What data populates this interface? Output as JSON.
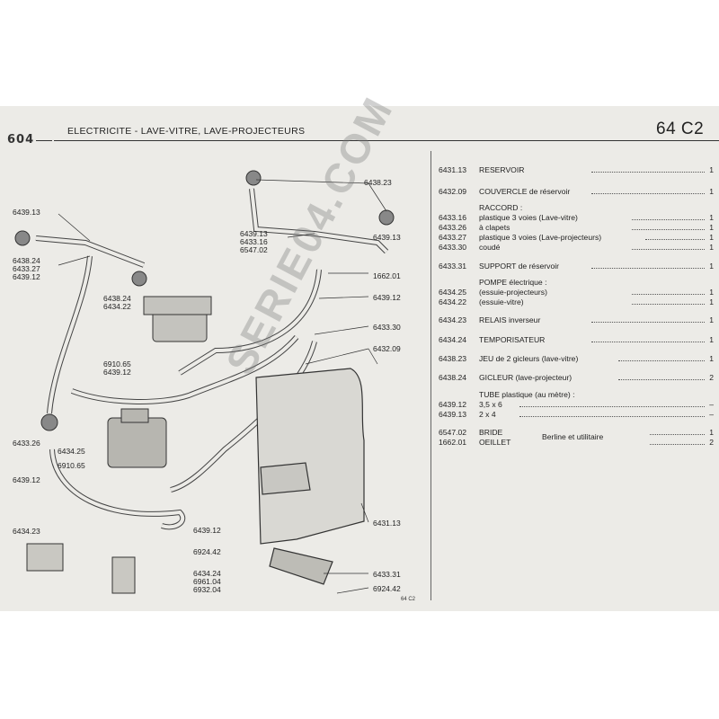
{
  "header": {
    "logo": "604",
    "title": "ELECTRICITE  - LAVE-VITRE,  LAVE-PROJECTEURS",
    "page_code": "64 C2"
  },
  "watermark": "SERIE04.COM",
  "footer_code": "64 C2",
  "callouts": [
    "6438.23",
    "6439.13",
    "6438.24",
    "6433.27",
    "6439.12",
    "6439.13",
    "6433.16",
    "6547.02",
    "6439.13",
    "1662.01",
    "6438.24",
    "6434.22",
    "6439.12",
    "6433.30",
    "6432.09",
    "6910.65",
    "6439.12",
    "6433.26",
    "6434.25",
    "6910.65",
    "6439.12",
    "6439.12",
    "6924.42",
    "6431.13",
    "6434.23",
    "6434.24",
    "6961.04",
    "6932.04",
    "6433.31",
    "6924.42"
  ],
  "parts": [
    {
      "ref": "6431.13",
      "desc": "RESERVOIR",
      "qty": "1"
    },
    {
      "ref": "6432.09",
      "desc": "COUVERCLE de réservoir",
      "qty": "1"
    },
    {
      "ref": "",
      "desc": "RACCORD :",
      "qty": ""
    },
    {
      "ref": "6433.16",
      "desc": "plastique 3 voies (Lave-vitre)",
      "qty": "1"
    },
    {
      "ref": "6433.26",
      "desc": "à clapets",
      "qty": "1"
    },
    {
      "ref": "6433.27",
      "desc": "plastique 3 voies (Lave-projecteurs)",
      "qty": "1"
    },
    {
      "ref": "6433.30",
      "desc": "coudé",
      "qty": "1"
    },
    {
      "ref": "6433.31",
      "desc": "SUPPORT de réservoir",
      "qty": "1"
    },
    {
      "ref": "",
      "desc": "POMPE électrique :",
      "qty": ""
    },
    {
      "ref": "6434.25",
      "desc": "(essuie-projecteurs)",
      "qty": "1"
    },
    {
      "ref": "6434.22",
      "desc": "(essuie-vitre)",
      "qty": "1"
    },
    {
      "ref": "6434.23",
      "desc": "RELAIS inverseur",
      "qty": "1"
    },
    {
      "ref": "6434.24",
      "desc": "TEMPORISATEUR",
      "qty": "1"
    },
    {
      "ref": "6438.23",
      "desc": "JEU de 2 gicleurs (lave-vitre)",
      "qty": "1"
    },
    {
      "ref": "6438.24",
      "desc": "GICLEUR (lave-projecteur)",
      "qty": "2"
    },
    {
      "ref": "",
      "desc": "TUBE plastique (au mètre) :",
      "qty": ""
    },
    {
      "ref": "6439.12",
      "desc": "3,5 x 6",
      "qty": "–"
    },
    {
      "ref": "6439.13",
      "desc": "2 x 4",
      "qty": "–"
    },
    {
      "ref": "6547.02",
      "desc": "BRIDE",
      "qty": "1"
    },
    {
      "ref": "1662.01",
      "desc": "OEILLET",
      "qty": "2"
    }
  ],
  "bracket_note": "Berline et utilitaire"
}
